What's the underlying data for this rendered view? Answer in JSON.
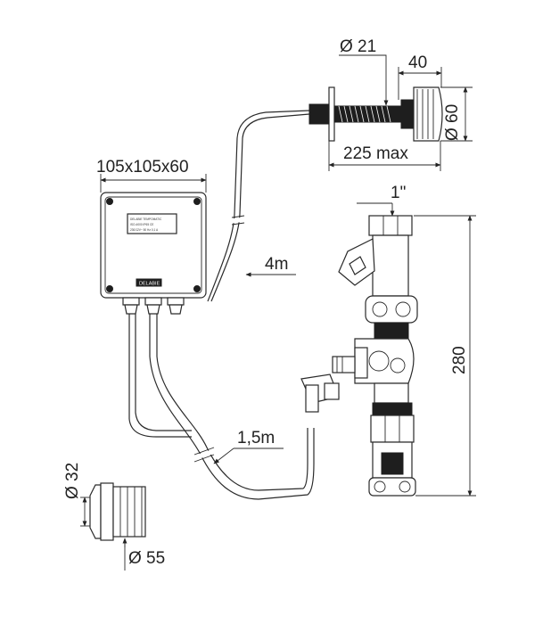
{
  "dimensions": {
    "button_diameter": "Ø 21",
    "button_head_length": "40",
    "button_head_diameter": "Ø 60",
    "button_max_length": "225 max",
    "box_size": "105x105x60",
    "cable_long": "4m",
    "cable_short": "1,5m",
    "thread_size": "1\"",
    "valve_height": "280",
    "sensor_diameter_small": "Ø 32",
    "sensor_diameter_large": "Ø 55"
  },
  "label_plate": {
    "brand": "DELABIE",
    "line1": "DELABIE TEMPOMATIC",
    "line2": "ISO-4000   IP65 CE",
    "line3": "230/12V~   50 Hz   0,1 A"
  },
  "colors": {
    "line": "#2a2a2a",
    "dark_part": "#1e1e1e",
    "light_fill": "#e9e9e9"
  }
}
